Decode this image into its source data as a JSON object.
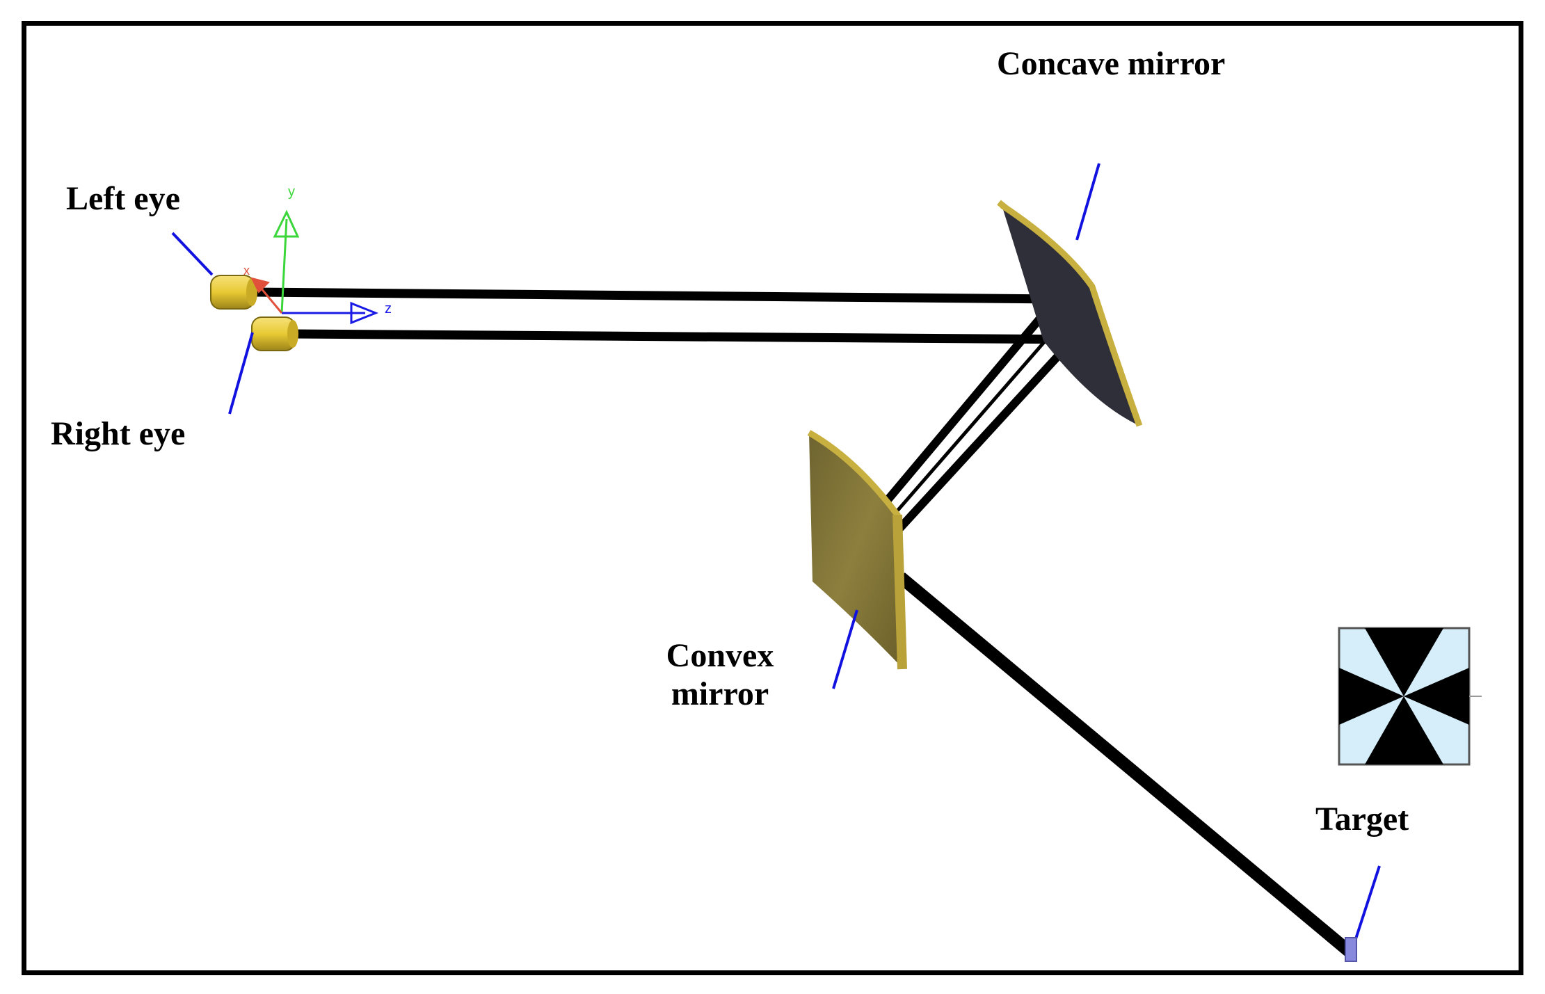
{
  "labels": {
    "left_eye": "Left eye",
    "right_eye": "Right eye",
    "concave_mirror": "Concave mirror",
    "convex_mirror_line1": "Convex",
    "convex_mirror_line2": "mirror",
    "target": "Target"
  },
  "axes": {
    "y": "y",
    "z": "z",
    "x": "x"
  },
  "colors": {
    "beam": "#000000",
    "leader": "#1212e0",
    "eye": "#e8c934",
    "mirror_edge": "#c8b040",
    "concave_face": "#2e2f38",
    "convex_face": "#8a7c3a",
    "target_light": "#d6eefa",
    "axis_y": "#3ad63a",
    "axis_z": "#1a1ae6",
    "axis_x": "#e0503a"
  }
}
